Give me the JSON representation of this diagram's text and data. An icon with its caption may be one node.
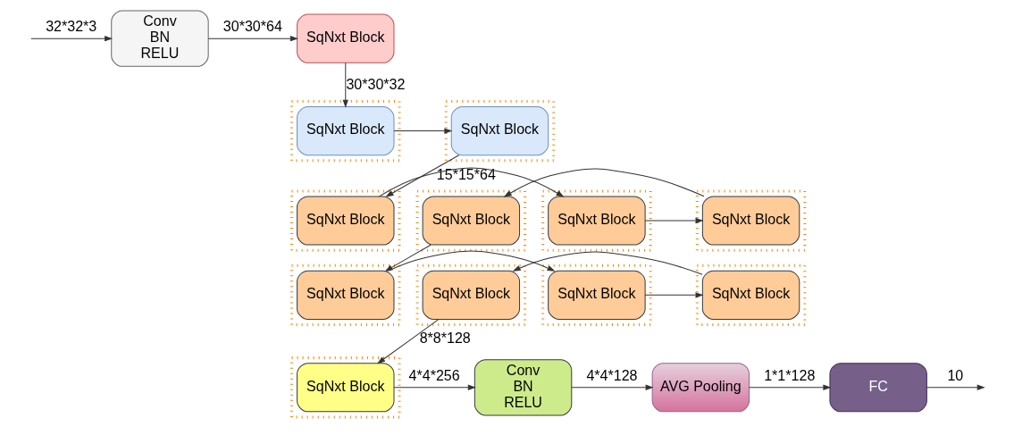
{
  "diagram": {
    "nodes": [
      {
        "text": [
          "Conv BN RELU"
        ]
      },
      {
        "text": [
          "SqNxt Block"
        ]
      },
      {
        "text": [],
        "shape": "box"
      },
      {
        "text": [
          "SqNxt Block"
        ],
        "in": 2
      },
      {
        "text": [],
        "shape": "box"
      },
      {
        "text": [
          "SqNxt Block"
        ],
        "in": 4
      },
      {
        "text": [],
        "shape": "box"
      },
      {
        "text": [
          "SqNxt Block"
        ],
        "in": 6
      },
      {
        "text": [],
        "shape": "box"
      },
      {
        "text": [
          "SqNxt Block"
        ],
        "in": 8
      },
      {
        "text": [],
        "shape": "box"
      },
      {
        "text": [
          "SqNxt Block"
        ],
        "in": 10
      },
      {
        "text": [],
        "shape": "box"
      },
      {
        "text": [
          "SqNxt Block"
        ],
        "in": 12
      },
      {
        "text": [],
        "shape": "box"
      },
      {
        "text": [
          "SqNxt Block"
        ],
        "in": 14
      },
      {
        "text": [],
        "shape": "box"
      },
      {
        "text": [
          "SqNxt Block"
        ],
        "in": 16
      },
      {
        "text": [],
        "shape": "box"
      },
      {
        "text": [
          "SqNxt Block"
        ],
        "in": 18
      },
      {
        "text": [],
        "shape": "box"
      },
      {
        "text": [
          "SqNxt Block"
        ],
        "in": 20
      },
      {
        "text": [],
        "shape": "box"
      },
      {
        "text": [
          "SqNxt Block"
        ],
        "in": 22
      },
      {
        "text": [
          "Conv BN RELU"
        ]
      },
      {
        "text": [
          "AVG Pooling"
        ]
      },
      {
        "text": [
          "FC"
        ]
      }
    ],
    "edges": [
      {
        "from": null,
        "to": 0,
        "arrow": "to",
        "label": "32*32*3"
      },
      {
        "from": 0,
        "to": 1,
        "arrow": "to",
        "label": "30*30*64"
      },
      {
        "from": 1,
        "to": 3,
        "arrow": "to",
        "label": "30*30*32"
      },
      {
        "from": 3,
        "to": 5,
        "arrow": "to"
      },
      {
        "from": 5,
        "to": 7,
        "arrow": "to",
        "label": "15*15*64"
      },
      {
        "from": 7,
        "to": 9,
        "arrow": "to"
      },
      {
        "from": 9,
        "to": 11,
        "arrow": "to"
      },
      {
        "from": 11,
        "to": 13,
        "arrow": "to"
      },
      {
        "from": 13,
        "to": 15,
        "arrow": "to"
      },
      {
        "from": 15,
        "to": 17,
        "arrow": "to"
      },
      {
        "from": 17,
        "to": 19,
        "arrow": "to"
      },
      {
        "from": 19,
        "to": 21,
        "arrow": "to"
      },
      {
        "from": 21,
        "to": 23,
        "arrow": "to",
        "label": "8*8*128"
      },
      {
        "from": 23,
        "to": 24,
        "arrow": "to",
        "label": "4*4*256"
      },
      {
        "from": 24,
        "to": 25,
        "arrow": "to",
        "label": "4*4*128"
      },
      {
        "from": 25,
        "to": 26,
        "arrow": "to",
        "label": "1*1*128"
      },
      {
        "from": 26,
        "to": null,
        "arrow": "to",
        "label": "10"
      }
    ]
  }
}
